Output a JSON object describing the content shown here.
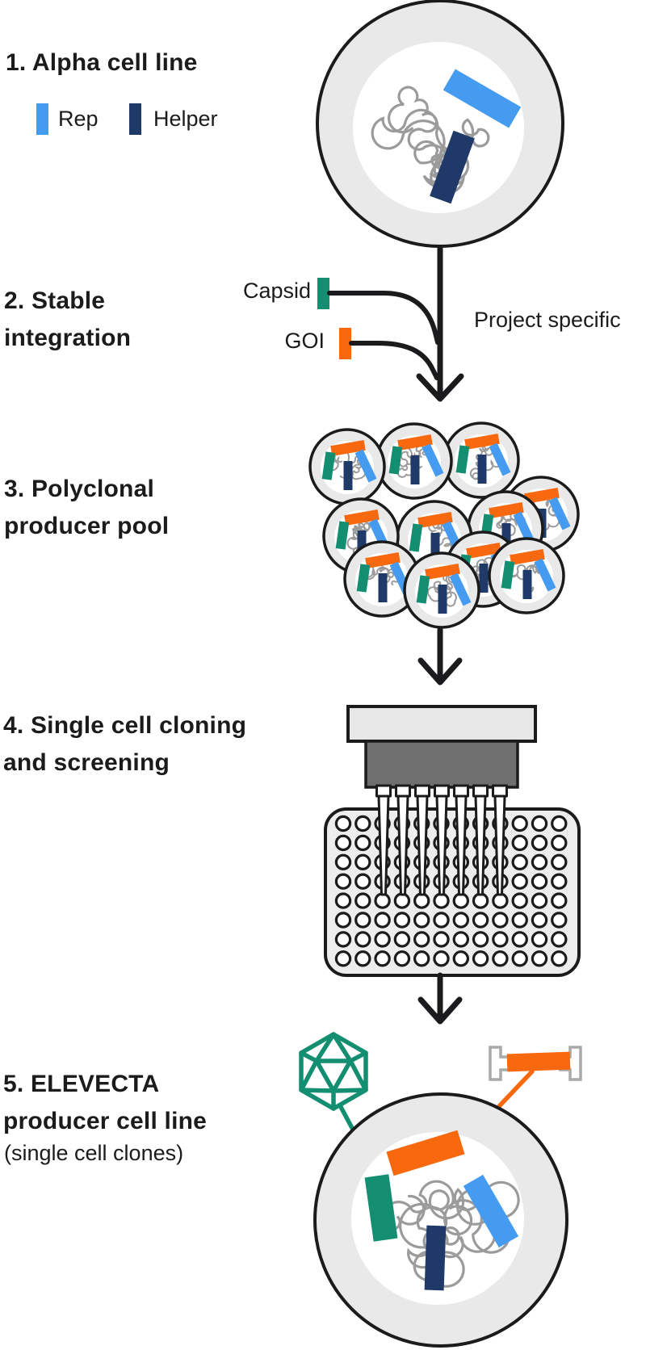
{
  "colors": {
    "rep": "#459bf0",
    "helper": "#1f3a68",
    "capsid": "#138e70",
    "goi": "#f8690f",
    "ink": "#1b1b1d",
    "cell_body": "#e9e9e9",
    "chromatin": "#9b9b9b",
    "plate": "#ededed",
    "block_light": "#e7e7e7",
    "block_dark": "#6f6f6f"
  },
  "steps": [
    {
      "lines": [
        "1. Alpha cell line"
      ]
    },
    {
      "lines": [
        "2. Stable",
        "integration"
      ]
    },
    {
      "lines": [
        "3. Polyclonal",
        "producer pool"
      ]
    },
    {
      "lines": [
        "4. Single cell cloning",
        "and screening"
      ]
    },
    {
      "lines": [
        "5. ELEVECTA",
        "producer cell line"
      ],
      "subtitle": "(single cell clones)"
    }
  ],
  "legend": {
    "items": [
      {
        "label": "Rep"
      },
      {
        "label": "Helper"
      }
    ]
  },
  "annotations": {
    "capsid": "Capsid",
    "goi": "GOI",
    "project_specific": "Project specific"
  },
  "icons": {
    "capsid_icon": "icosahedron-wireframe",
    "itr_cassette_icon": "orange-bar-with-itr-brackets",
    "flow_arrow_icon": "downward-arrow"
  }
}
